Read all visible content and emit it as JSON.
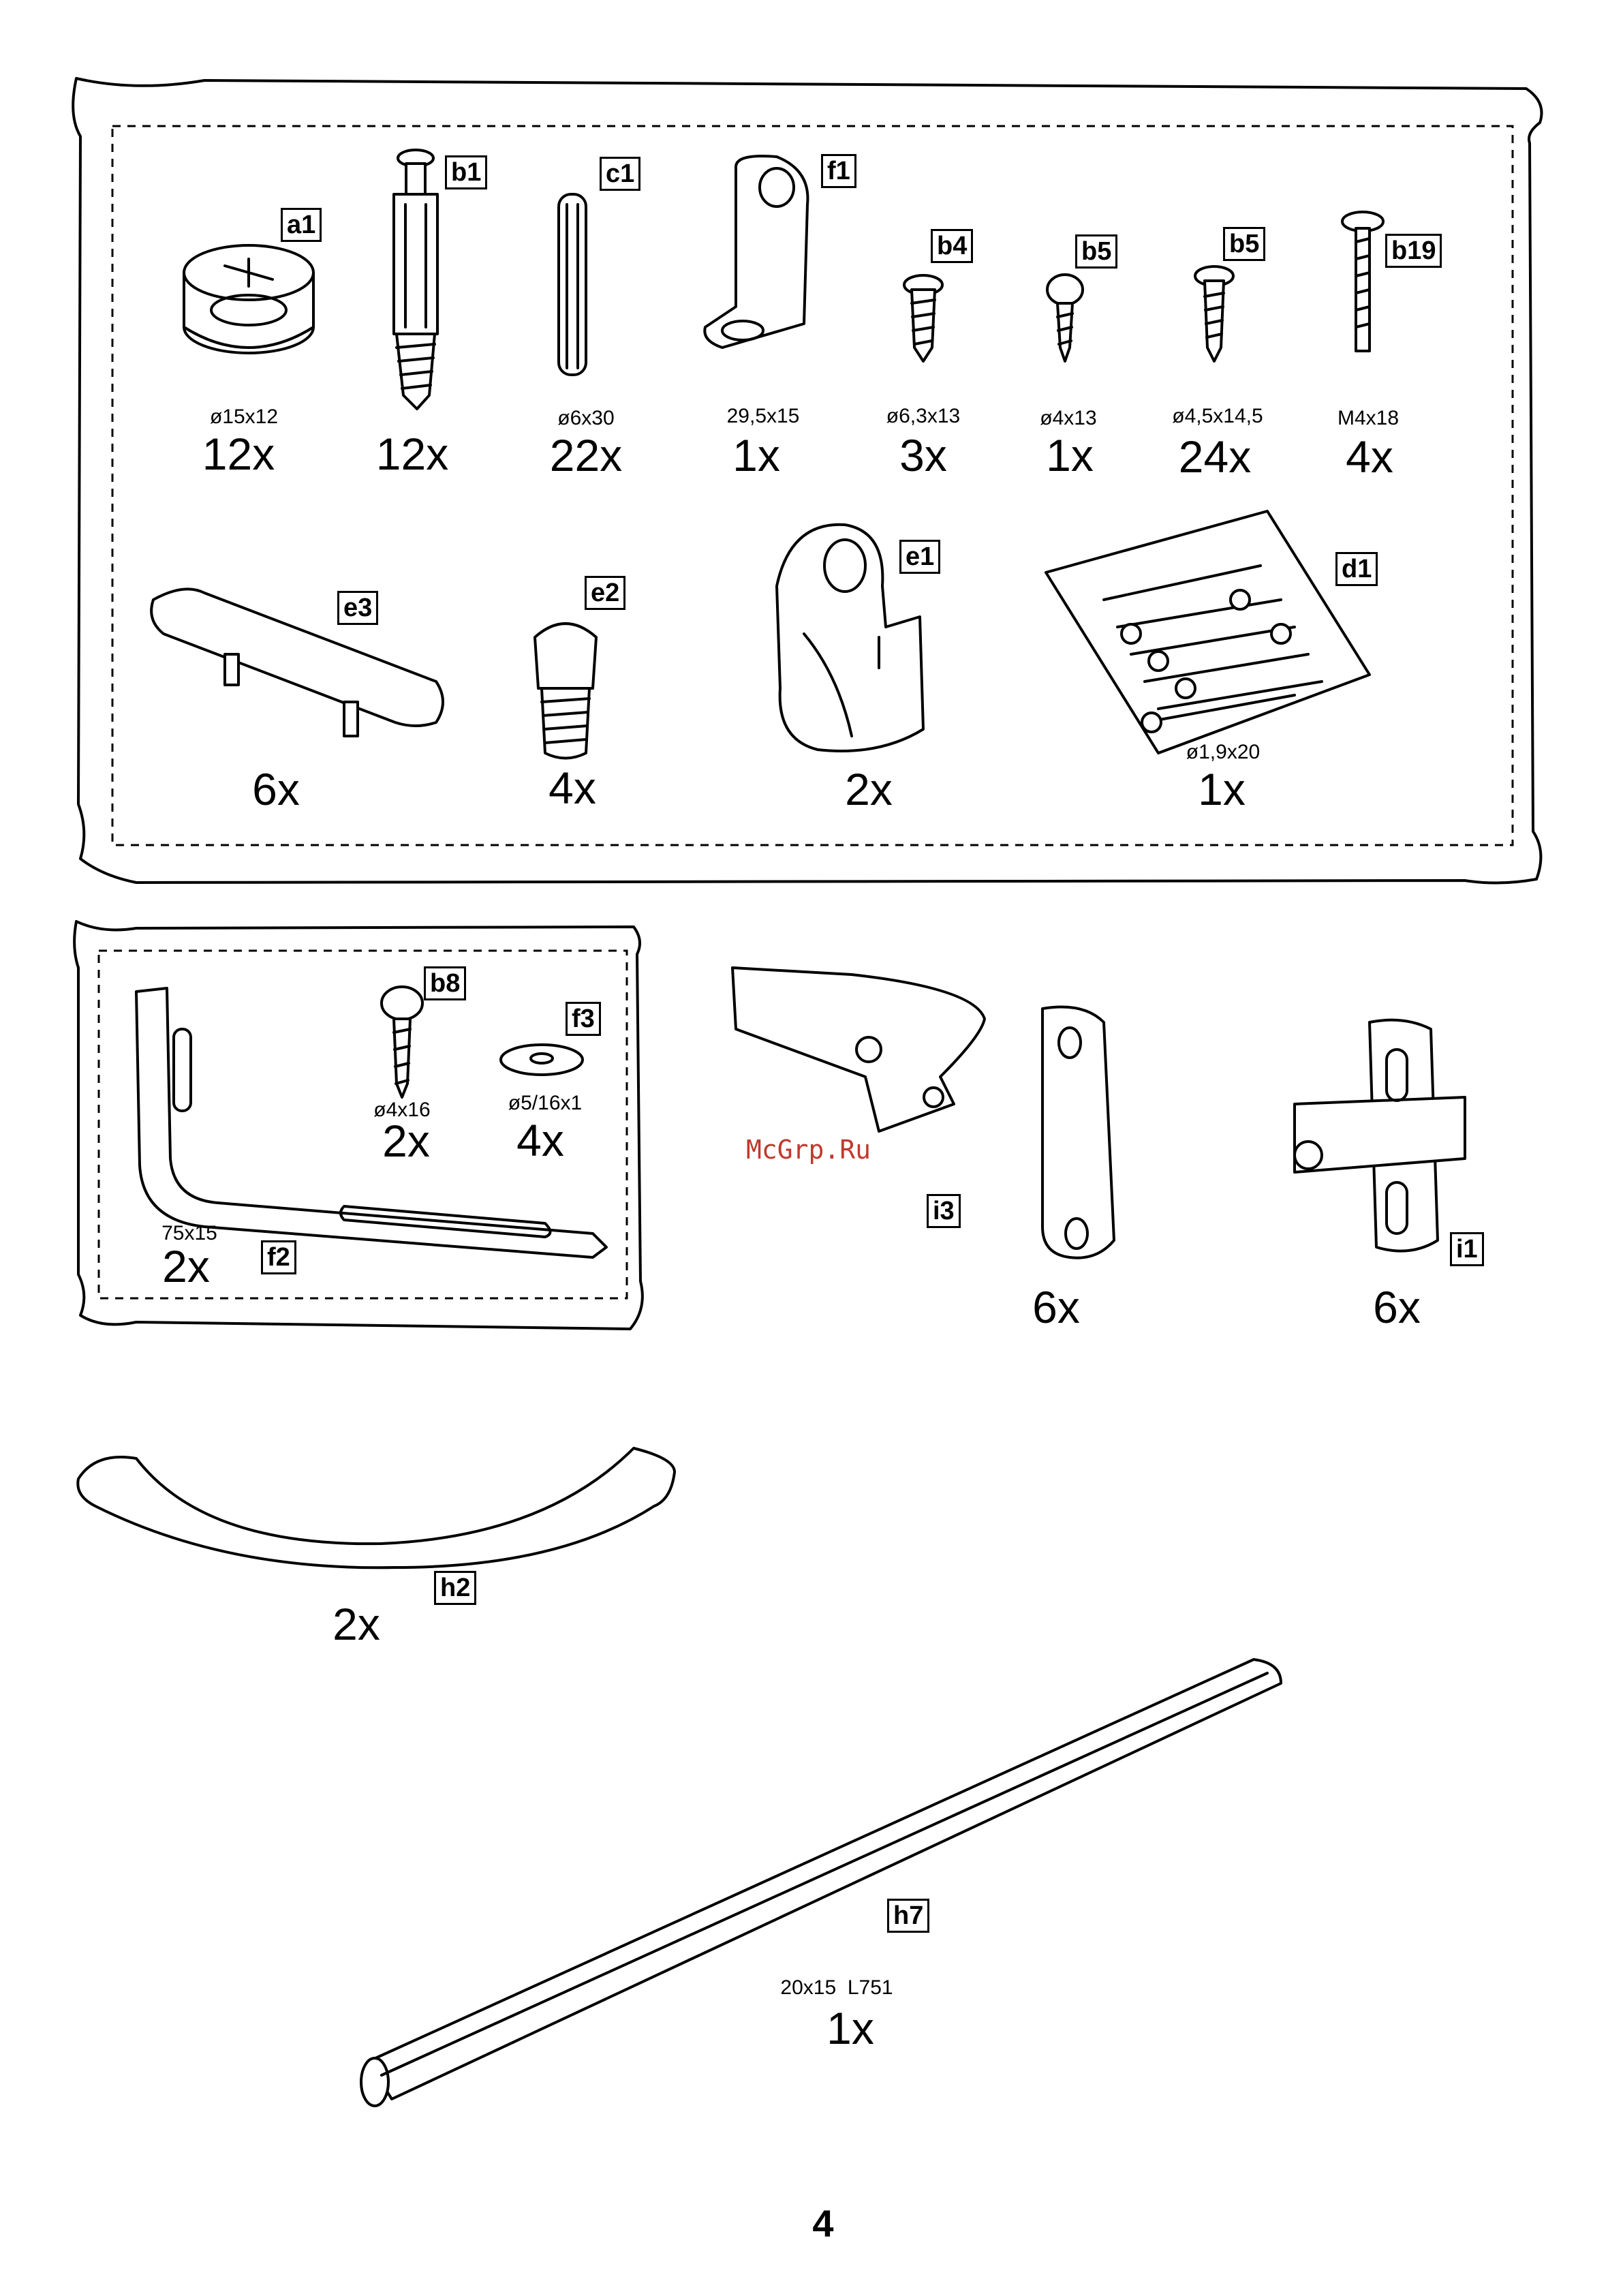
{
  "page": {
    "number": "4",
    "watermark": "McGrp.Ru"
  },
  "bag1": {
    "parts": [
      {
        "code": "a1",
        "dim": "ø15x12",
        "qty": "12x"
      },
      {
        "code": "b1",
        "dim": "",
        "qty": "12x"
      },
      {
        "code": "c1",
        "dim": "ø6x30",
        "qty": "22x"
      },
      {
        "code": "f1",
        "dim": "29,5x15",
        "qty": "1x"
      },
      {
        "code": "b4",
        "dim": "ø6,3x13",
        "qty": "3x"
      },
      {
        "code": "b5",
        "dim": "ø4x13",
        "qty": "1x"
      },
      {
        "code": "b5",
        "dim": "ø4,5x14,5",
        "qty": "24x"
      },
      {
        "code": "b19",
        "dim": "M4x18",
        "qty": "4x"
      },
      {
        "code": "e3",
        "dim": "",
        "qty": "6x"
      },
      {
        "code": "e2",
        "dim": "",
        "qty": "4x"
      },
      {
        "code": "e1",
        "dim": "",
        "qty": "2x"
      },
      {
        "code": "d1",
        "dim": "ø1,9x20",
        "qty": "1x"
      }
    ]
  },
  "bag2": {
    "parts": [
      {
        "code": "f2",
        "dim": "75x15",
        "qty": "2x"
      },
      {
        "code": "b8",
        "dim": "ø4x16",
        "qty": "2x"
      },
      {
        "code": "f3",
        "dim": "ø5/16x1",
        "qty": "4x"
      }
    ]
  },
  "loose": {
    "parts": [
      {
        "code": "i3",
        "dim": "",
        "qty": "6x"
      },
      {
        "code": "i1",
        "dim": "",
        "qty": "6x"
      },
      {
        "code": "h2",
        "dim": "",
        "qty": "2x"
      },
      {
        "code": "h7",
        "dim": "20x15  L751",
        "qty": "1x"
      }
    ]
  }
}
